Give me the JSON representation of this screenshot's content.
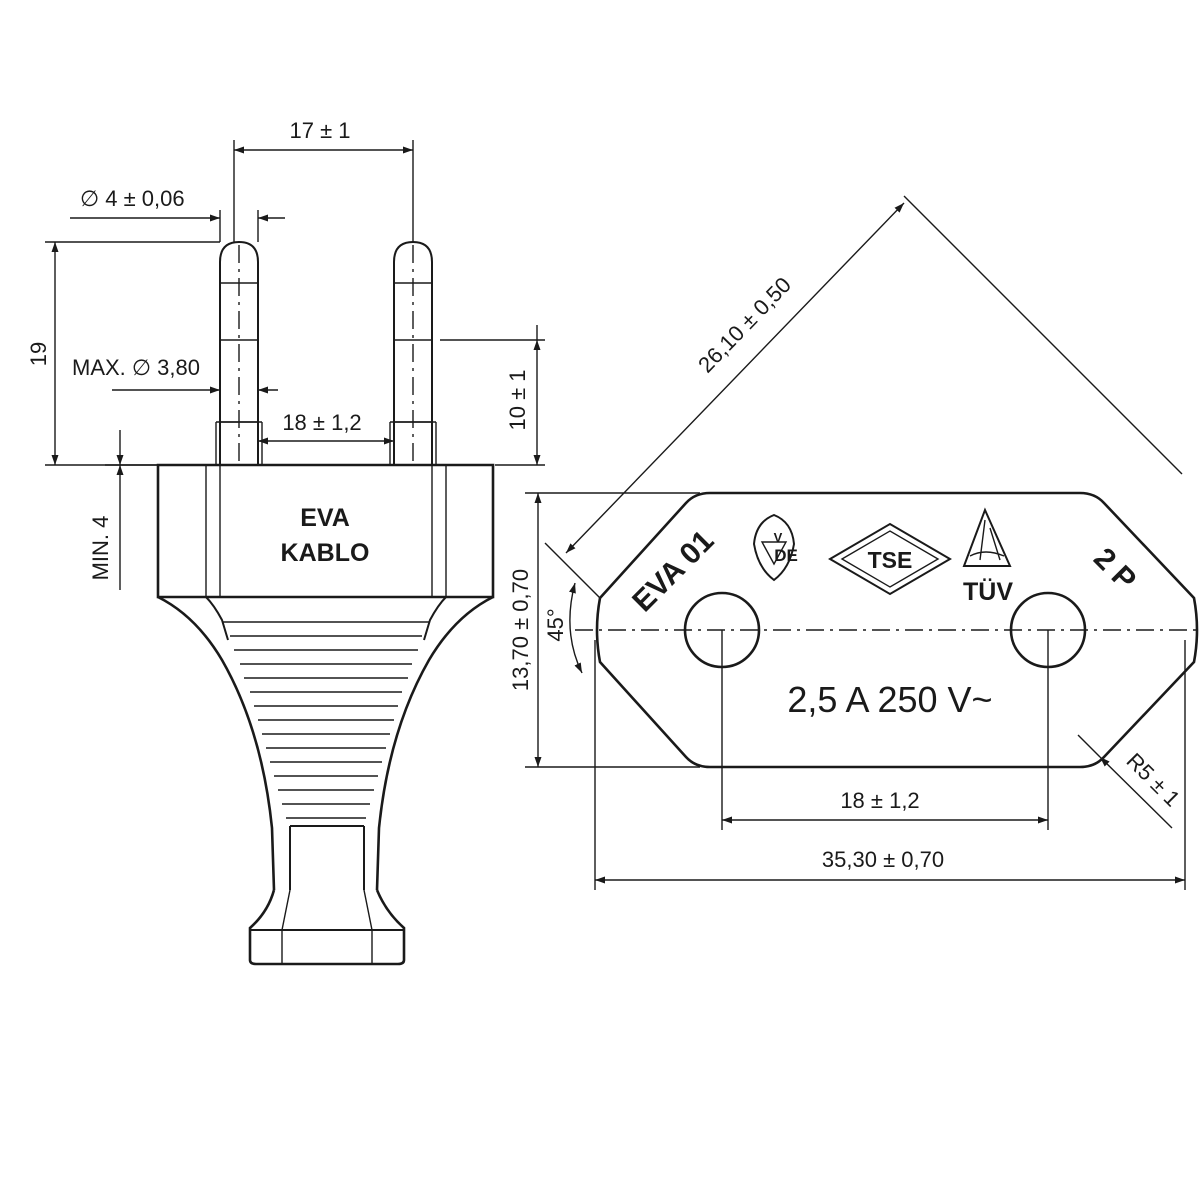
{
  "plug": {
    "brand_line1": "EVA",
    "brand_line2": "KABLO"
  },
  "dimensions": {
    "pin_spacing": "17 ± 1",
    "pin_diameter": "∅ 4 ± 0,06",
    "pin_length": "19",
    "max_diameter": "MAX. ∅ 3,80",
    "insulation_gap": "18 ± 1,2",
    "contact_length": "10 ± 1",
    "min_collar": "MIN. 4",
    "diagonal": "26,10 ± 0,50",
    "face_height": "13,70 ± 0,70",
    "chamfer_angle": "45°",
    "hole_spacing": "18 ± 1,2",
    "face_width": "35,30  ± 0,70",
    "corner_radius": "R5 ± 1"
  },
  "face": {
    "model": "EVA 01",
    "poles": "2 P",
    "vde_top": "V",
    "vde_bottom": "DE",
    "tse": "TSE",
    "tuv": "TÜV",
    "rating": "2,5 A 250 V~"
  }
}
